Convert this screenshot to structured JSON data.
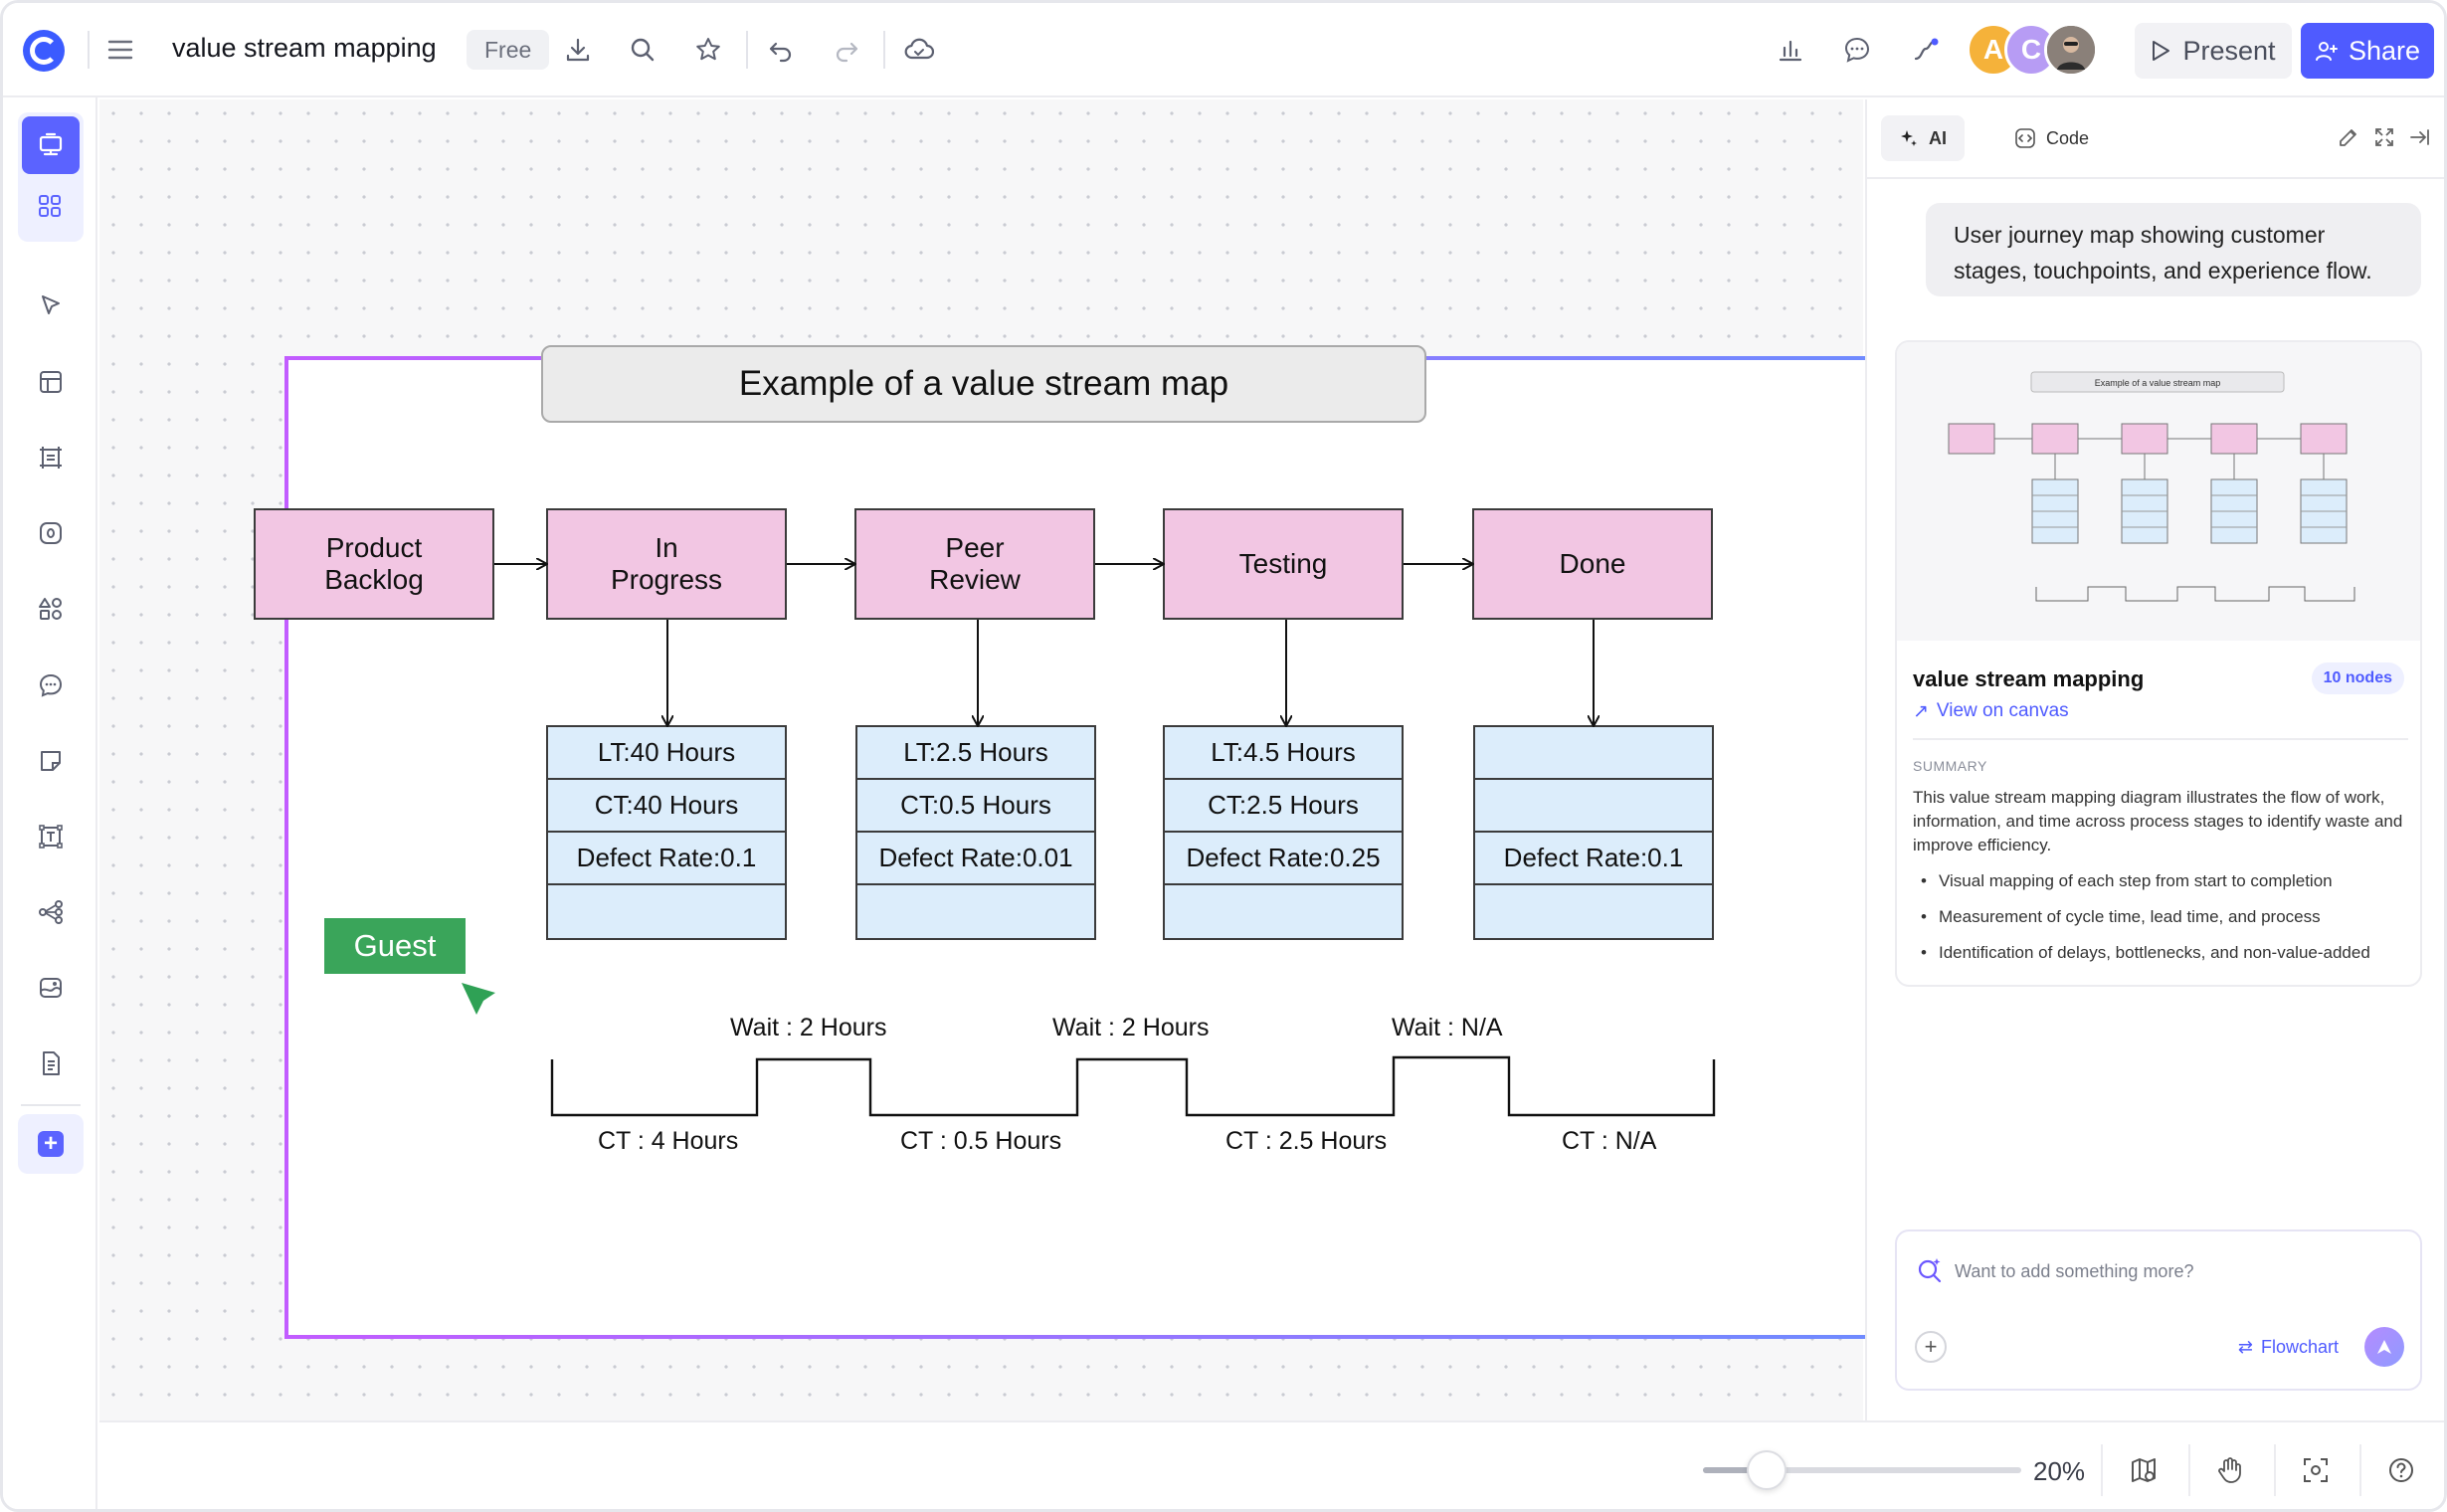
{
  "header": {
    "doc_title": "value stream mapping",
    "plan_badge": "Free",
    "avatars": [
      "A",
      "C"
    ],
    "present_label": "Present",
    "share_label": "Share"
  },
  "diagram": {
    "title": "Example of a value stream map",
    "stages": [
      {
        "label": "Product\nBacklog"
      },
      {
        "label": "In\nProgress",
        "metrics": [
          "LT:40 Hours",
          "CT:40 Hours",
          "Defect Rate:0.1",
          ""
        ]
      },
      {
        "label": "Peer\nReview",
        "metrics": [
          "LT:2.5 Hours",
          "CT:0.5 Hours",
          "Defect Rate:0.01",
          ""
        ]
      },
      {
        "label": "Testing",
        "metrics": [
          "LT:4.5 Hours",
          "CT:2.5 Hours",
          "Defect Rate:0.25",
          ""
        ]
      },
      {
        "label": "Done",
        "metrics": [
          "",
          "",
          "Defect Rate:0.1",
          ""
        ]
      }
    ],
    "waits": [
      "Wait : 2 Hours",
      "Wait : 2 Hours",
      "Wait : N/A"
    ],
    "cycle_times": [
      "CT : 4 Hours",
      "CT : 0.5 Hours",
      "CT : 2.5 Hours",
      "CT : N/A"
    ],
    "cursor_label": "Guest",
    "cursor_color": "#3aa55a"
  },
  "right_panel": {
    "tabs": [
      "AI",
      "Code"
    ],
    "user_message": "User journey map showing customer stages, touchpoints, and experience flow.",
    "card": {
      "thumb_title": "Example of a value stream map",
      "title": "value stream mapping",
      "nodes_badge": "10 nodes",
      "view_link": "View on canvas",
      "summary_heading": "SUMMARY",
      "summary_text": "This value stream mapping diagram illustrates the flow of work, information, and time across process stages to identify waste and improve efficiency.",
      "bullets": [
        "Visual mapping of each step from start to completion",
        "Measurement of cycle time, lead time, and process",
        "Identification of delays, bottlenecks, and non-value-added"
      ]
    },
    "input_placeholder": "Want to add something more?",
    "flowchart_label": "Flowchart"
  },
  "footer": {
    "zoom_label": "20%",
    "zoom_fraction": 0.2
  },
  "colors": {
    "accent": "#4f5bff",
    "stage_fill": "#f2c6e3",
    "metrics_fill": "#dcedfb"
  }
}
